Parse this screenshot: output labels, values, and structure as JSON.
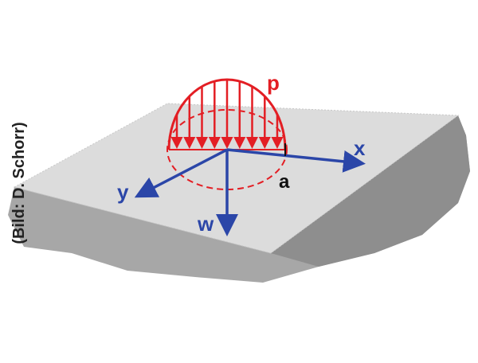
{
  "labels": {
    "load": "p",
    "x_axis": "x",
    "y_axis": "y",
    "w_axis": "w",
    "radius": "a"
  },
  "credit": "(Bild: D. Schorr)",
  "colors": {
    "plate_top": "#dcdcdc",
    "plate_side": "#a7a7a7",
    "plate_side_dark": "#8e8e8e",
    "load": "#e31e24",
    "axes": "#2b46a8",
    "text_dark": "#222222"
  },
  "load_arrow_count": 9
}
